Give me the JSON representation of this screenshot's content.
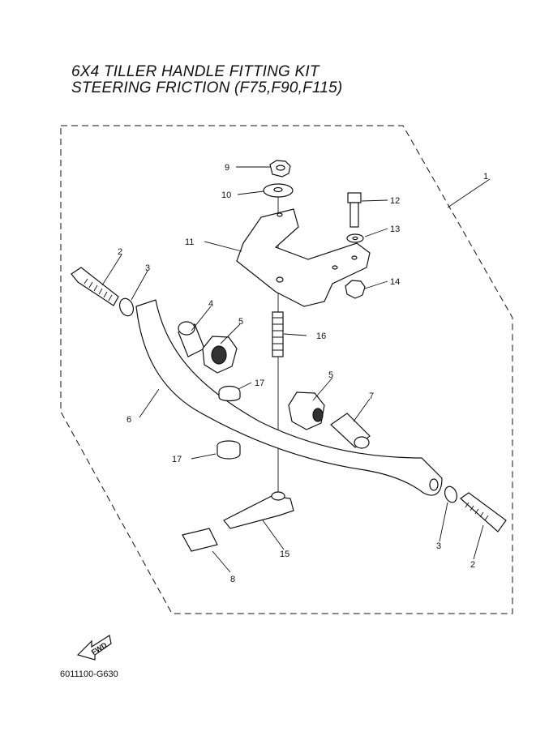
{
  "title": {
    "line1": "6X4 TILLER HANDLE FITTING KIT",
    "line2": "STEERING FRICTION (F75,F90,F115)"
  },
  "callouts": {
    "c1": "1",
    "c2a": "2",
    "c2b": "2",
    "c3a": "3",
    "c3b": "3",
    "c4": "4",
    "c5a": "5",
    "c5b": "5",
    "c6": "6",
    "c7": "7",
    "c8": "8",
    "c9": "9",
    "c10": "10",
    "c11": "11",
    "c12": "12",
    "c13": "13",
    "c14": "14",
    "c15": "15",
    "c16": "16",
    "c17a": "17",
    "c17b": "17"
  },
  "fwd_label": "FWD",
  "drawing_code": "6011100-G630"
}
